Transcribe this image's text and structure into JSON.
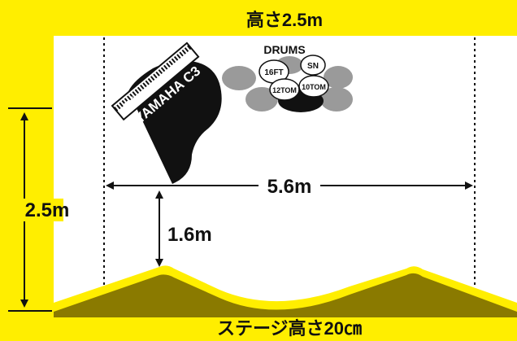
{
  "title_top": "高さ2.5m",
  "title_bottom": "ステージ高さ20㎝",
  "dim_width": "5.6m",
  "dim_height_left": "2.5m",
  "dim_gap": "1.6m",
  "piano": {
    "line1": "Piano",
    "line2": "YAMAHA C3"
  },
  "drums": {
    "label": "DRUMS",
    "pieces": [
      "16FT",
      "SN",
      "12TOM",
      "10TOM"
    ]
  },
  "colors": {
    "background": "#ffee00",
    "stage": "#ffffff",
    "shadow": "#8a7a00",
    "ink": "#111111",
    "drum_gray": "#9a9a9a"
  }
}
